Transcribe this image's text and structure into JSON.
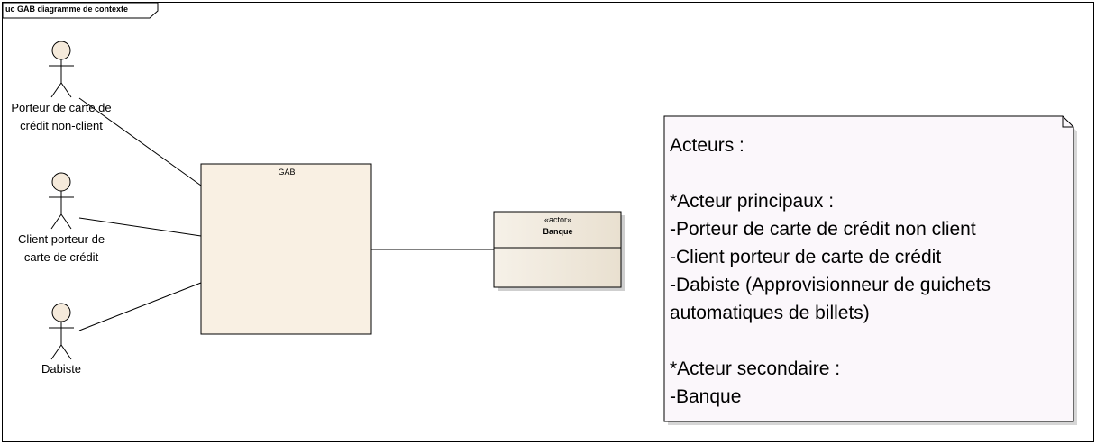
{
  "frame": {
    "title": "uc GAB diagramme de contexte"
  },
  "actors": [
    {
      "id": "porteur",
      "label_lines": [
        "Porteur de carte de",
        "crédit non-client"
      ]
    },
    {
      "id": "client",
      "label_lines": [
        "Client porteur de",
        "carte de crédit"
      ]
    },
    {
      "id": "dabiste",
      "label_lines": [
        "Dabiste"
      ]
    }
  ],
  "system": {
    "title": "GAB"
  },
  "external_actor": {
    "stereotype": "«actor»",
    "name": "Banque"
  },
  "note": {
    "lines": [
      "Acteurs :",
      "",
      "*Acteur principaux :",
      "-Porteur de carte de crédit non client",
      "-Client porteur de carte de crédit",
      "-Dabiste (Approvisionneur de guichets",
      "automatiques de billets)",
      "",
      "*Acteur secondaire :",
      "-Banque"
    ]
  },
  "colors": {
    "actor_fill": "#f5eadb",
    "system_fill": "#f9f0e3",
    "note_fill": "#fbf7fb",
    "class_fill": "#f3ece0",
    "line": "#000000"
  }
}
